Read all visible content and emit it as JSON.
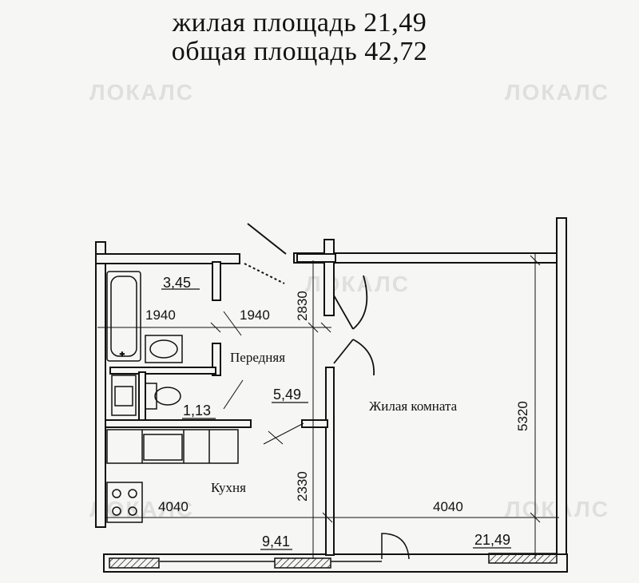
{
  "header": {
    "living_area": "жилая площадь 21,49",
    "total_area": "общая площадь 42,72"
  },
  "watermark": "ЛОКАЛС",
  "rooms": {
    "bathroom_area": "3,45",
    "toilet_area": "1,13",
    "hall_name": "Передняя",
    "hall_area": "5,49",
    "living_room_name": "Жилая комната",
    "living_room_area": "21,49",
    "kitchen_name": "Кухня",
    "kitchen_area": "9,41"
  },
  "dimensions": {
    "bath_width": "1940",
    "hall_width": "1940",
    "hall_depth": "2830",
    "living_depth": "5320",
    "kitchen_depth": "2330",
    "kitchen_width": "4040",
    "living_width": "4040"
  }
}
